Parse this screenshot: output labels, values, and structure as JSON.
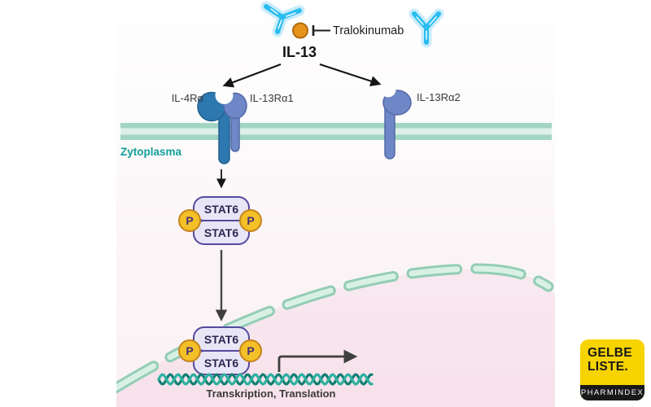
{
  "labels": {
    "drug": "Tralokinumab",
    "ligand": "IL-13",
    "receptor_il4ra": "IL-4Rα",
    "receptor_il13ra1": "IL-13Rα1",
    "receptor_il13ra2": "IL-13Rα2",
    "compartment": "Zytoplasma",
    "stat6": "STAT6",
    "phosphate": "P",
    "process": "Transkription, Translation"
  },
  "logo": {
    "line1": "GELBE",
    "line2": "LISTE.",
    "tagline": "PHARMINDEX"
  },
  "colors": {
    "antibody_blue": "#29bdf0",
    "antibody_glow": "#c9ecfa",
    "ligand_orange": "#e8941c",
    "receptor_dark_blue": "#2e78b0",
    "receptor_light_blue": "#6d87c7",
    "membrane_green": "#a2d5c3",
    "membrane_light": "#ddefe8",
    "cytoplasm_label_teal": "#12a09a",
    "stat6_fill": "#e8e6f6",
    "stat6_border": "#554a9e",
    "phosphate_yellow": "#f3c027",
    "phosphate_border": "#c5841e",
    "dna_teal_dark": "#107f73",
    "dna_teal_light": "#2eb0a0",
    "nucleus_pink": "#f8e8ef",
    "envelope_green": "#93cdb6",
    "brand_yellow": "#f7d300",
    "brand_black": "#191919"
  }
}
